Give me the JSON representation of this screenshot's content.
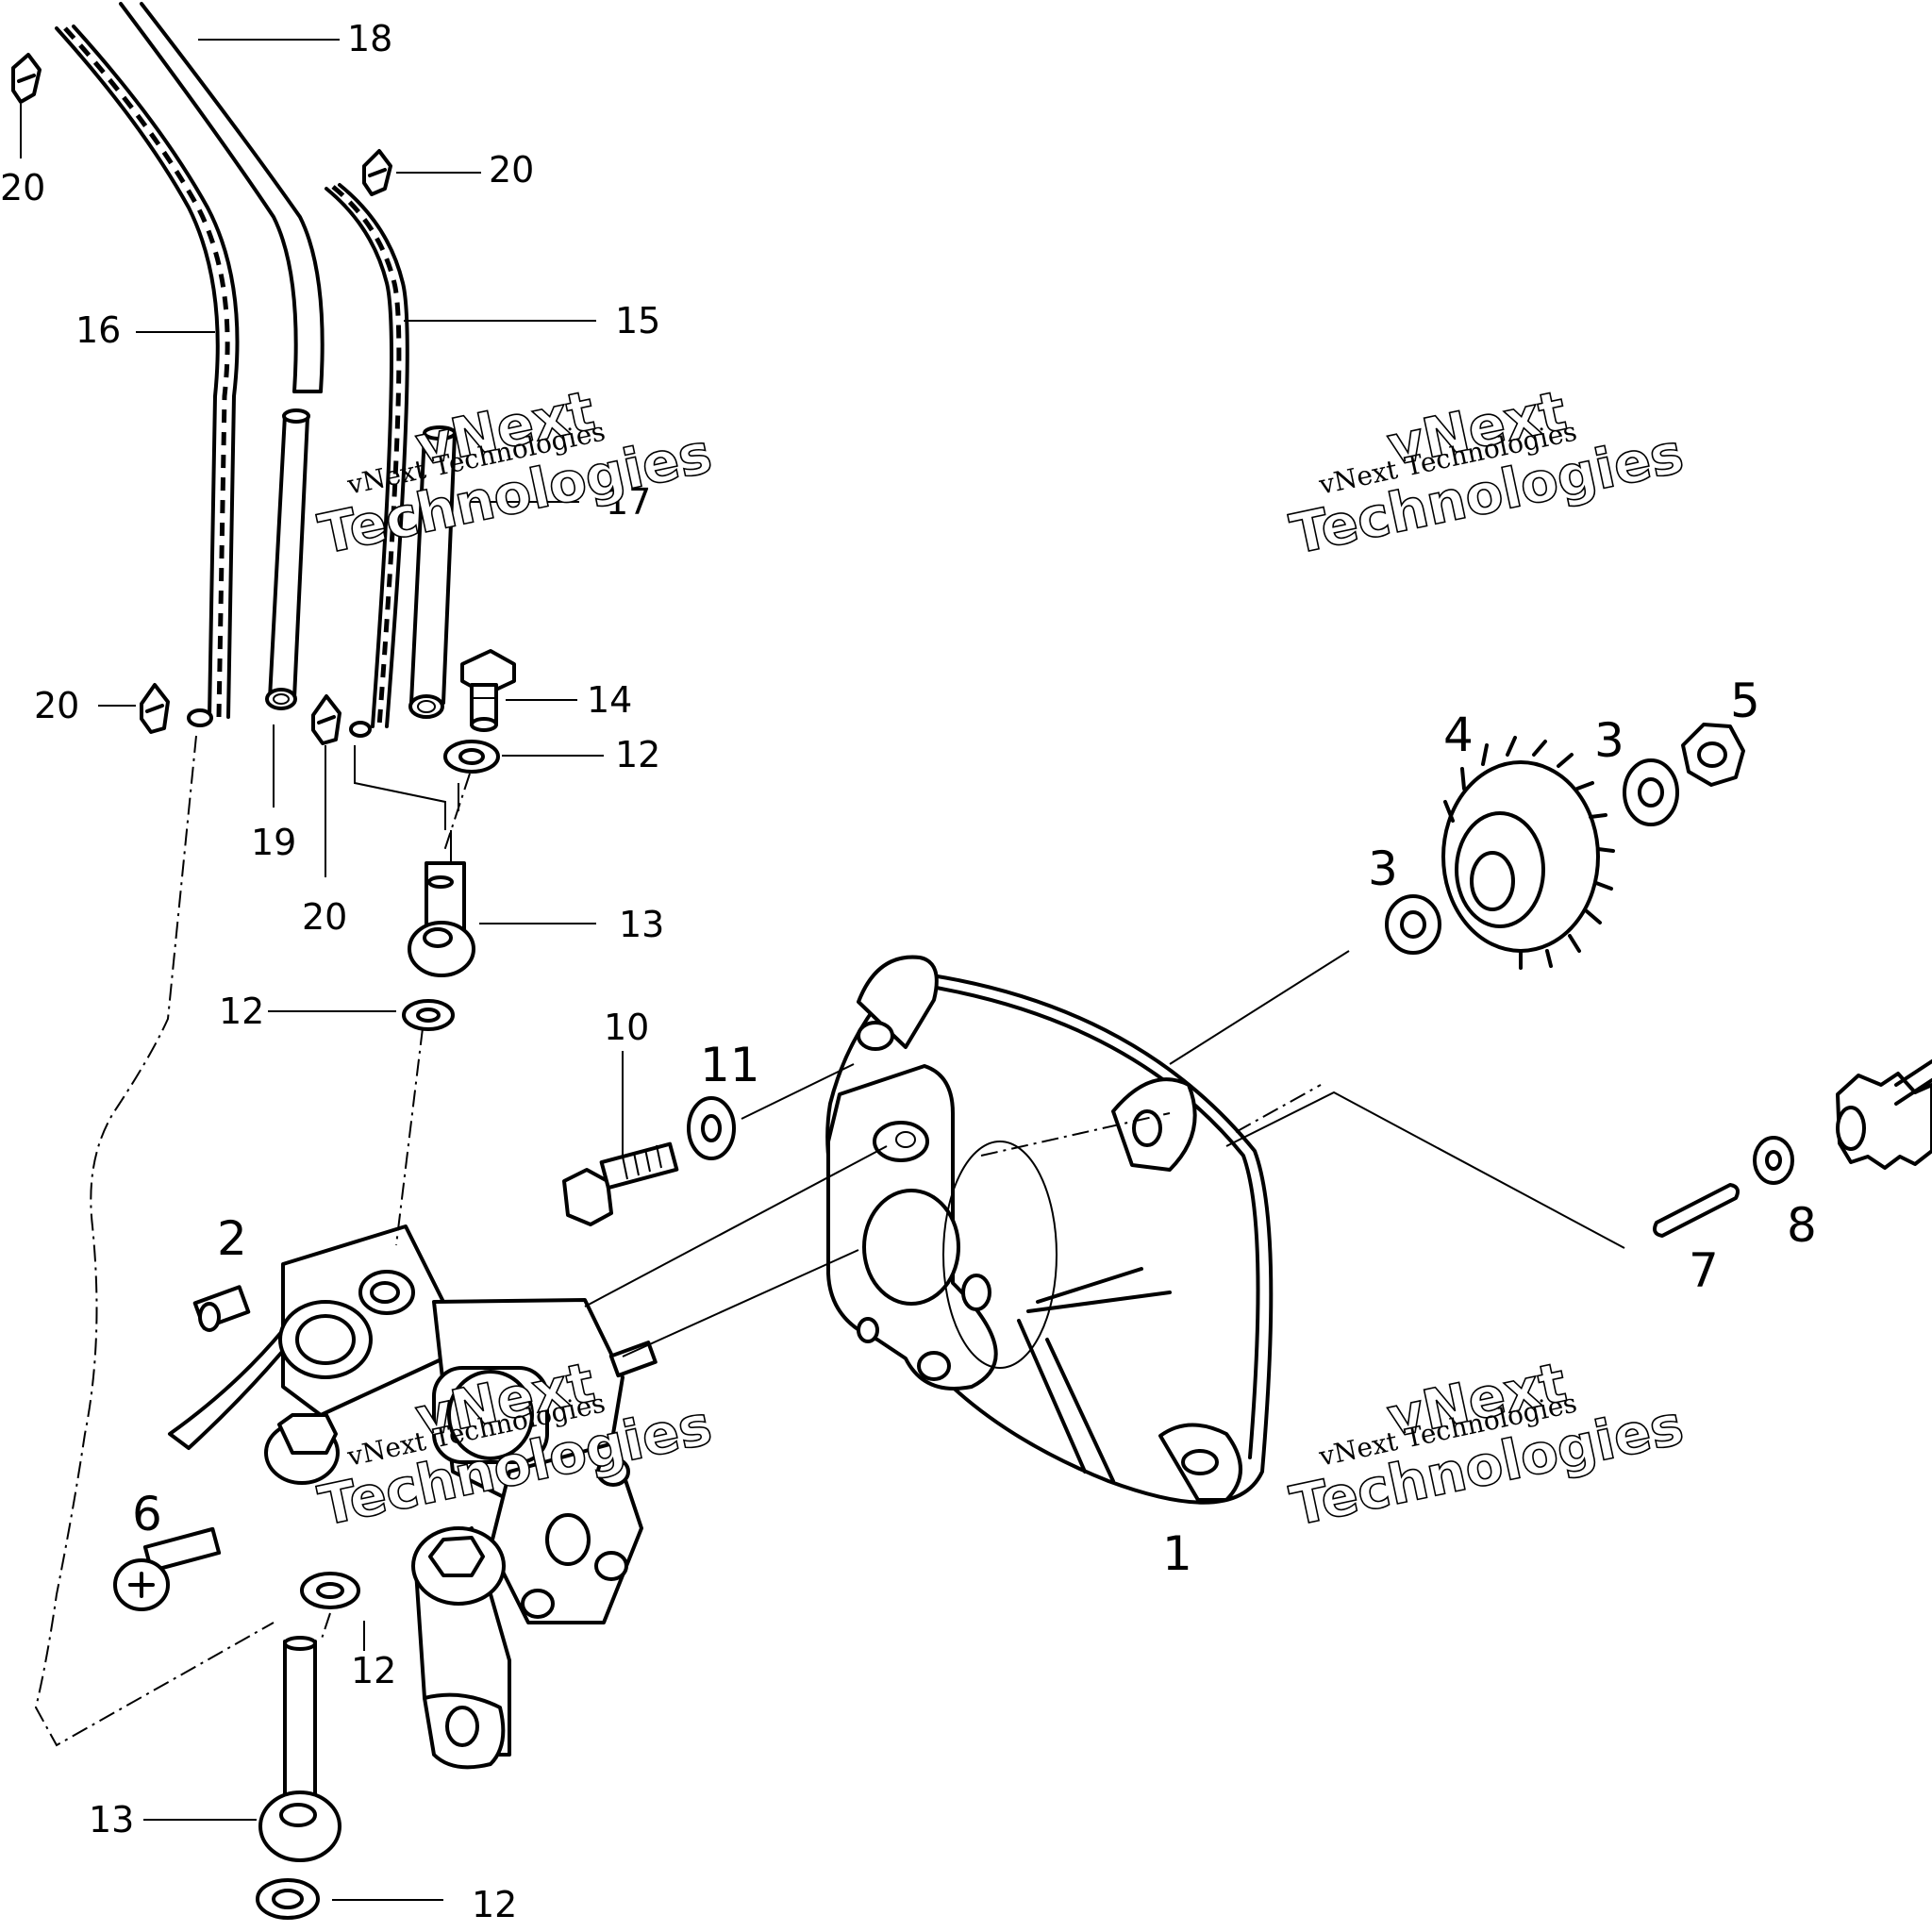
{
  "callouts": {
    "c1": "1",
    "c2": "2",
    "c3a": "3",
    "c3b": "3",
    "c4": "4",
    "c5": "5",
    "c6": "6",
    "c7": "7",
    "c8": "8",
    "c10": "10",
    "c11": "11",
    "c12a": "12",
    "c12b": "12",
    "c12c": "12",
    "c12d": "12",
    "c13a": "13",
    "c13b": "13",
    "c14": "14",
    "c15": "15",
    "c16": "16",
    "c17": "17",
    "c18": "18",
    "c19": "19",
    "c20a": "20",
    "c20b": "20",
    "c20c": "20",
    "c20d": "20"
  },
  "watermark": {
    "brand": "vNext",
    "word": "Technologies",
    "full": "vNext Technologies"
  }
}
